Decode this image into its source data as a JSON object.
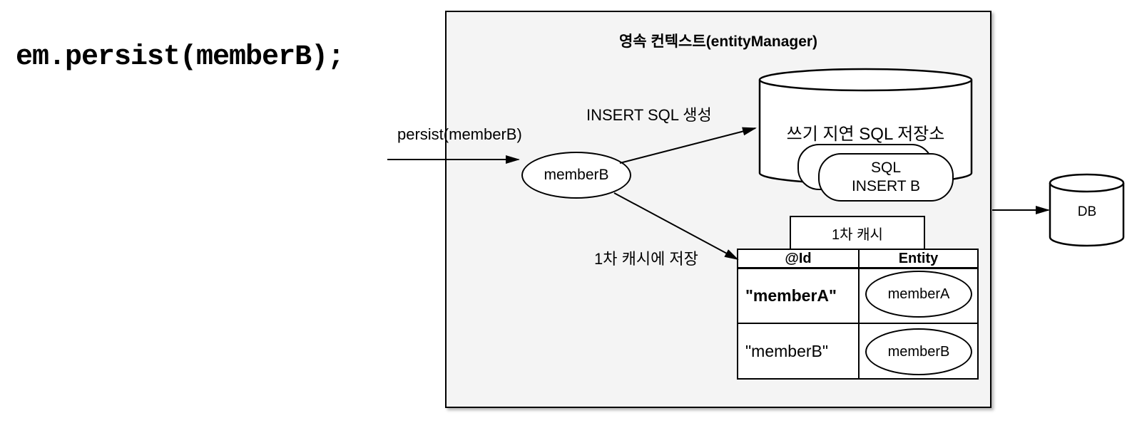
{
  "colors": {
    "canvas_bg": "#ffffff",
    "context_box_bg": "#f4f4f4",
    "stroke": "#000000",
    "shape_fill": "#ffffff"
  },
  "code": {
    "line": "em.persist(memberB);"
  },
  "persistence_context": {
    "title": "영속 컨텍스트(entityManager)"
  },
  "arrows": {
    "persist_label": "persist(memberB)",
    "insert_sql_label": "INSERT SQL 생성",
    "save_cache_label": "1차 캐시에 저장"
  },
  "entity_node": {
    "label": "memberB"
  },
  "sql_store": {
    "title": "쓰기 지연 SQL 저장소",
    "card_line1": "SQL",
    "card_line2": "INSERT B"
  },
  "first_level_cache": {
    "title": "1차 캐시",
    "columns": {
      "id": "@Id",
      "entity": "Entity"
    },
    "rows": [
      {
        "id": "\"memberA\"",
        "entity": "memberA"
      },
      {
        "id": "\"memberB\"",
        "entity": "memberB"
      }
    ]
  },
  "database": {
    "label": "DB"
  }
}
